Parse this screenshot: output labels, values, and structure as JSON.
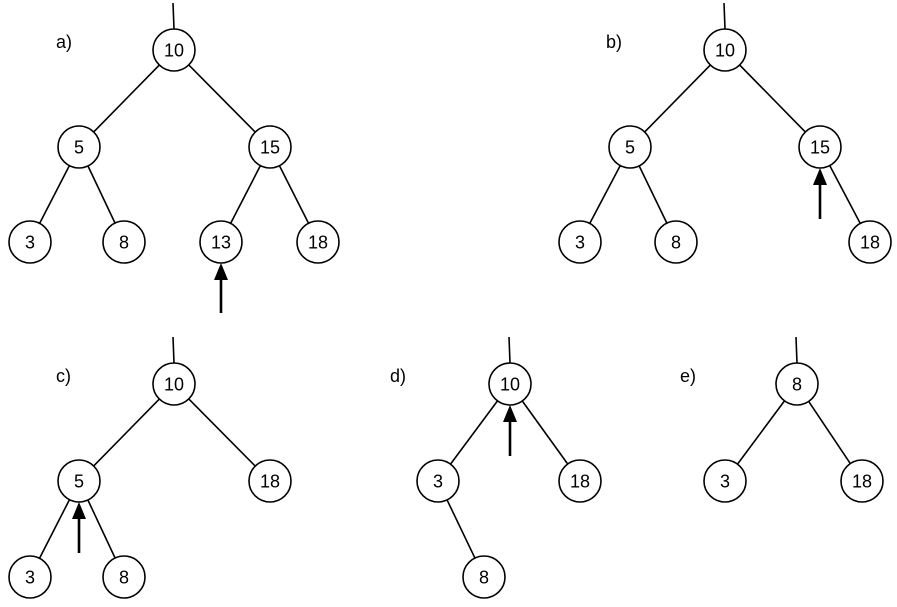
{
  "panels": [
    {
      "id": "a",
      "label": "a)",
      "nodes": [
        {
          "id": "a10",
          "value": "10"
        },
        {
          "id": "a5",
          "value": "5"
        },
        {
          "id": "a15",
          "value": "15"
        },
        {
          "id": "a3",
          "value": "3"
        },
        {
          "id": "a8",
          "value": "8"
        },
        {
          "id": "a13",
          "value": "13"
        },
        {
          "id": "a18",
          "value": "18"
        }
      ],
      "edges": [
        [
          "a10",
          "a5"
        ],
        [
          "a10",
          "a15"
        ],
        [
          "a5",
          "a3"
        ],
        [
          "a5",
          "a8"
        ],
        [
          "a15",
          "a13"
        ],
        [
          "a15",
          "a18"
        ]
      ],
      "arrow_target": "a13"
    },
    {
      "id": "b",
      "label": "b)",
      "nodes": [
        {
          "id": "b10",
          "value": "10"
        },
        {
          "id": "b5",
          "value": "5"
        },
        {
          "id": "b15",
          "value": "15"
        },
        {
          "id": "b3",
          "value": "3"
        },
        {
          "id": "b8",
          "value": "8"
        },
        {
          "id": "b18",
          "value": "18"
        }
      ],
      "edges": [
        [
          "b10",
          "b5"
        ],
        [
          "b10",
          "b15"
        ],
        [
          "b5",
          "b3"
        ],
        [
          "b5",
          "b8"
        ],
        [
          "b15",
          "b18"
        ]
      ],
      "arrow_target": "b15"
    },
    {
      "id": "c",
      "label": "c)",
      "nodes": [
        {
          "id": "c10",
          "value": "10"
        },
        {
          "id": "c5",
          "value": "5"
        },
        {
          "id": "c18",
          "value": "18"
        },
        {
          "id": "c3",
          "value": "3"
        },
        {
          "id": "c8",
          "value": "8"
        }
      ],
      "edges": [
        [
          "c10",
          "c5"
        ],
        [
          "c10",
          "c18"
        ],
        [
          "c5",
          "c3"
        ],
        [
          "c5",
          "c8"
        ]
      ],
      "arrow_target": "c5"
    },
    {
      "id": "d",
      "label": "d)",
      "nodes": [
        {
          "id": "d10",
          "value": "10"
        },
        {
          "id": "d3",
          "value": "3"
        },
        {
          "id": "d18",
          "value": "18"
        },
        {
          "id": "d8",
          "value": "8"
        }
      ],
      "edges": [
        [
          "d10",
          "d3"
        ],
        [
          "d10",
          "d18"
        ],
        [
          "d3",
          "d8"
        ]
      ],
      "arrow_target": "d10"
    },
    {
      "id": "e",
      "label": "e)",
      "nodes": [
        {
          "id": "e8",
          "value": "8"
        },
        {
          "id": "e3",
          "value": "3"
        },
        {
          "id": "e18",
          "value": "18"
        }
      ],
      "edges": [
        [
          "e8",
          "e3"
        ],
        [
          "e8",
          "e18"
        ]
      ],
      "arrow_target": null
    }
  ]
}
